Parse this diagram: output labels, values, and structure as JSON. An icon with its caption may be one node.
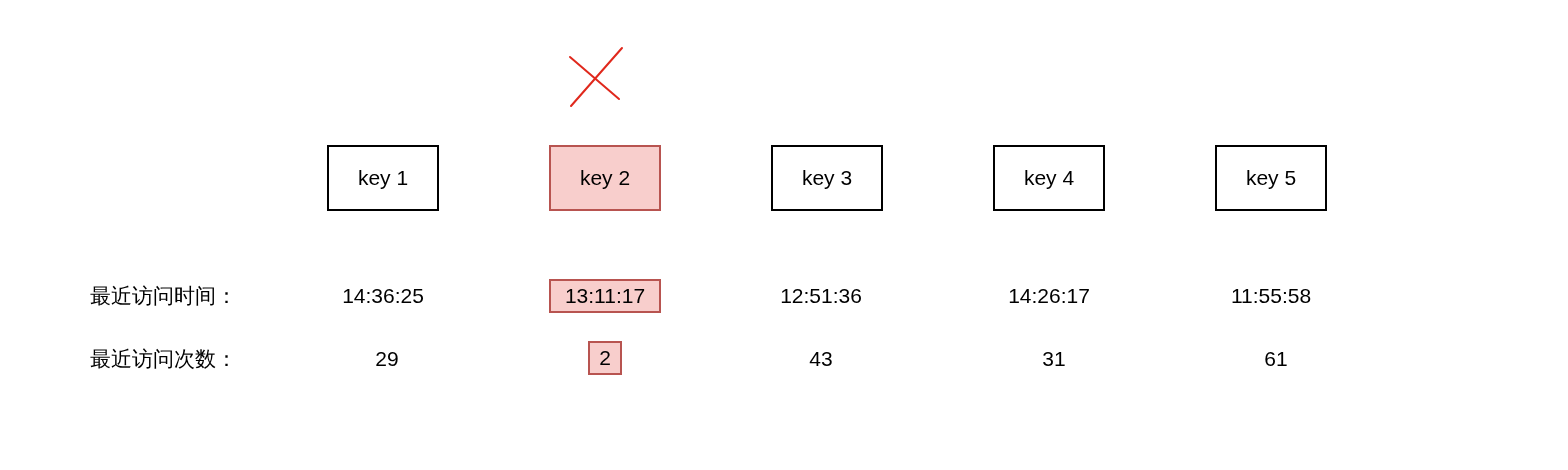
{
  "diagram": {
    "nodes": [
      {
        "text": [
          "key 1"
        ]
      },
      {
        "text": [
          "key 2"
        ]
      },
      {
        "text": [
          "key 3"
        ]
      },
      {
        "text": [
          "key 4"
        ]
      },
      {
        "text": [
          "key 5"
        ]
      },
      {
        "text": [
          "13:11:17"
        ]
      },
      {
        "text": [
          "2"
        ]
      }
    ],
    "labels": [
      "最近访问时间：",
      "14:36:25",
      "12:51:36",
      "14:26:17",
      "11:55:58",
      "最近访问次数：",
      "29",
      "43",
      "31",
      "61"
    ]
  }
}
